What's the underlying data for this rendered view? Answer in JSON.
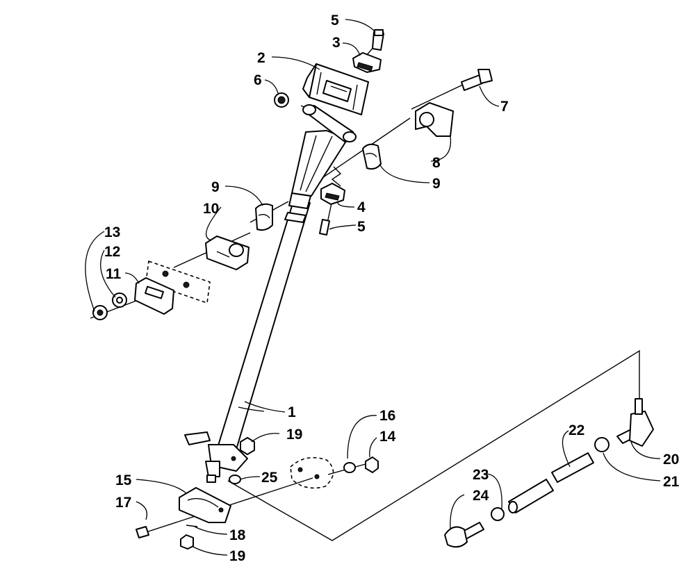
{
  "callouts": {
    "c1": "1",
    "c2": "2",
    "c3": "3",
    "c4": "4",
    "c5a": "5",
    "c5b": "5",
    "c6": "6",
    "c7": "7",
    "c8": "8",
    "c9a": "9",
    "c9b": "9",
    "c10": "10",
    "c11": "11",
    "c12": "12",
    "c13": "13",
    "c14": "14",
    "c15": "15",
    "c16": "16",
    "c17": "17",
    "c18": "18",
    "c19a": "19",
    "c19b": "19",
    "c20": "20",
    "c21": "21",
    "c22": "22",
    "c23": "23",
    "c24": "24",
    "c25": "25"
  },
  "colors": {
    "ink": "#000000",
    "paper": "#ffffff"
  }
}
